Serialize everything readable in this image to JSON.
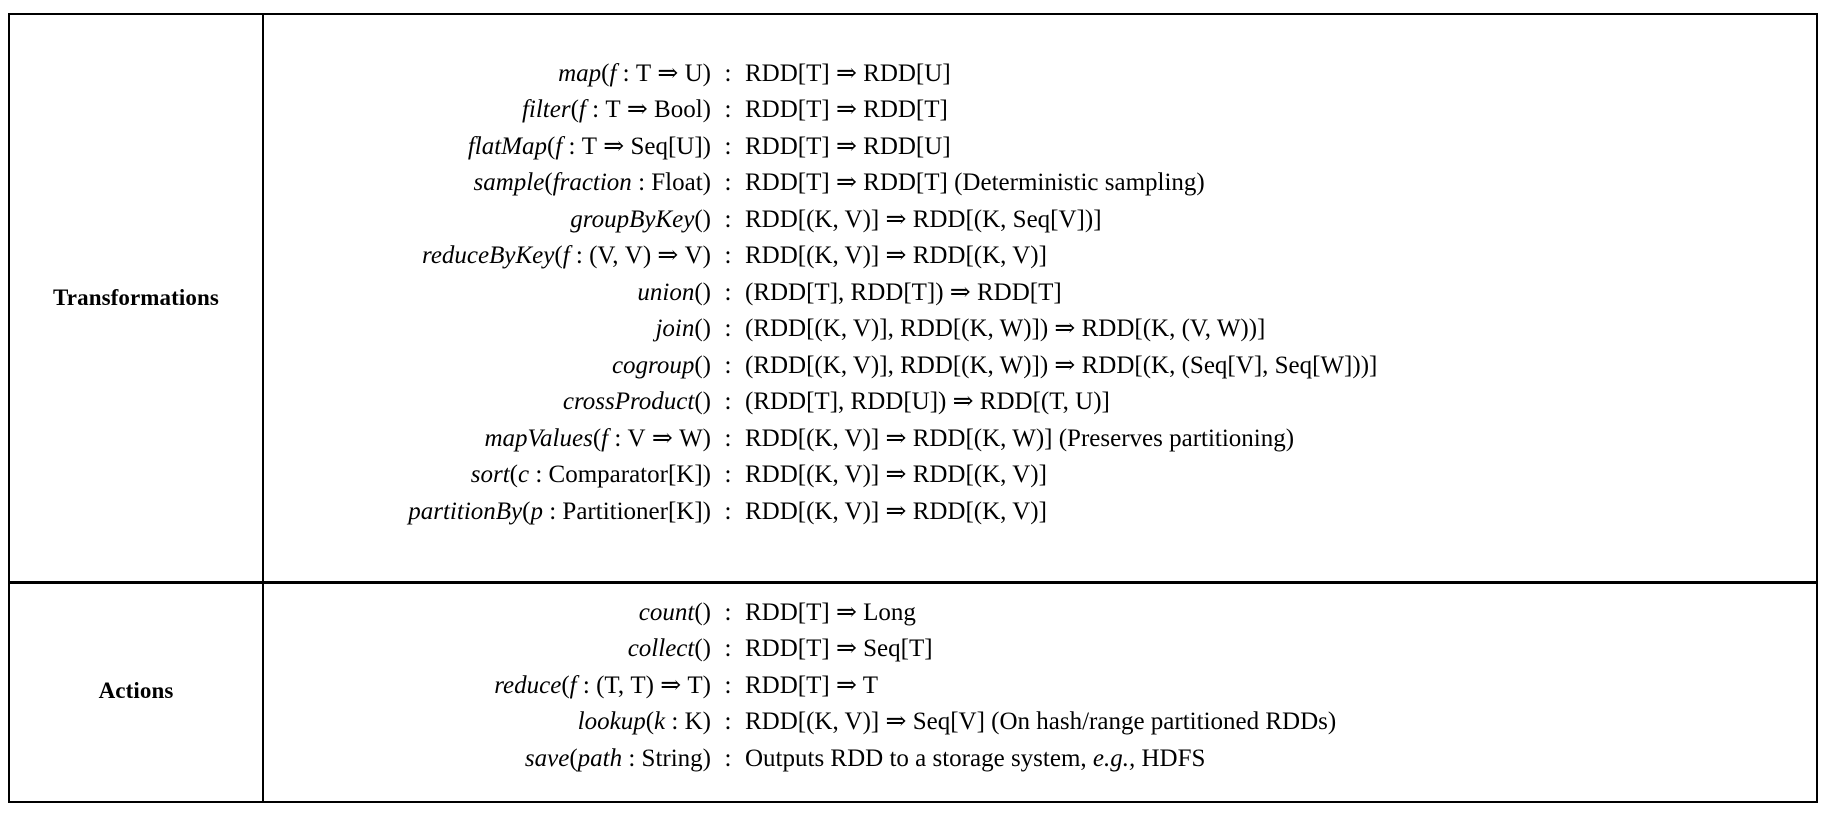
{
  "table": {
    "caption": "",
    "sections": [
      {
        "label": "Transformations",
        "rows": [
          {
            "signature": "map(f : T ⇒ U)",
            "colon": ":",
            "type": "RDD[T] ⇒ RDD[U]"
          },
          {
            "signature": "filter(f : T ⇒ Bool)",
            "colon": ":",
            "type": "RDD[T] ⇒ RDD[T]"
          },
          {
            "signature": "flatMap(f : T ⇒ Seq[U])",
            "colon": ":",
            "type": "RDD[T] ⇒ RDD[U]"
          },
          {
            "signature": "sample(fraction : Float)",
            "colon": ":",
            "type": "RDD[T] ⇒ RDD[T]  (Deterministic sampling)"
          },
          {
            "signature": "groupByKey()",
            "colon": ":",
            "type": "RDD[(K, V)] ⇒ RDD[(K, Seq[V])]"
          },
          {
            "signature": "reduceByKey(f : (V, V) ⇒ V)",
            "colon": ":",
            "type": "RDD[(K, V)] ⇒ RDD[(K, V)]"
          },
          {
            "signature": "union()",
            "colon": ":",
            "type": "(RDD[T], RDD[T]) ⇒ RDD[T]"
          },
          {
            "signature": "join()",
            "colon": ":",
            "type": "(RDD[(K, V)], RDD[(K, W)]) ⇒ RDD[(K, (V, W))]"
          },
          {
            "signature": "cogroup()",
            "colon": ":",
            "type": "(RDD[(K, V)], RDD[(K, W)]) ⇒ RDD[(K, (Seq[V], Seq[W]))]"
          },
          {
            "signature": "crossProduct()",
            "colon": ":",
            "type": "(RDD[T], RDD[U]) ⇒ RDD[(T, U)]"
          },
          {
            "signature": "mapValues(f : V ⇒ W)",
            "colon": ":",
            "type": "RDD[(K, V)] ⇒ RDD[(K, W)]  (Preserves partitioning)"
          },
          {
            "signature": "sort(c : Comparator[K])",
            "colon": ":",
            "type": "RDD[(K, V)] ⇒ RDD[(K, V)]"
          },
          {
            "signature": "partitionBy(p : Partitioner[K])",
            "colon": ":",
            "type": "RDD[(K, V)] ⇒ RDD[(K, V)]"
          }
        ]
      },
      {
        "label": "Actions",
        "rows": [
          {
            "signature": "count()",
            "colon": ":",
            "type": "RDD[T] ⇒ Long"
          },
          {
            "signature": "collect()",
            "colon": ":",
            "type": "RDD[T] ⇒ Seq[T]"
          },
          {
            "signature": "reduce(f : (T, T) ⇒ T)",
            "colon": ":",
            "type": "RDD[T] ⇒ T"
          },
          {
            "signature": "lookup(k : K)",
            "colon": ":",
            "type": "RDD[(K, V)] ⇒ Seq[V]  (On hash/range partitioned RDDs)"
          },
          {
            "signature": "save(path : String)",
            "colon": ":",
            "type": "Outputs RDD to a storage system, e.g., HDFS"
          }
        ]
      }
    ]
  },
  "colors": {
    "rule": "#000000",
    "text": "#000000",
    "background": "#ffffff"
  }
}
